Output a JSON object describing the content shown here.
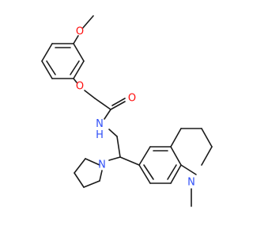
{
  "molecule": {
    "atoms": [
      {
        "id": "O_methoxy",
        "label": "O",
        "color": "#ff0d0d"
      },
      {
        "id": "O_ether",
        "label": "O",
        "color": "#ff0d0d"
      },
      {
        "id": "O_carbonyl",
        "label": "O",
        "color": "#ff0d0d"
      },
      {
        "id": "NH_amide",
        "label": "N\nH",
        "color": "#3050f8"
      },
      {
        "id": "N_pyrrolidine",
        "label": "N",
        "color": "#3050f8"
      },
      {
        "id": "N_quinoline",
        "label": "N",
        "color": "#3050f8"
      }
    ]
  },
  "colors": {
    "bond": "#1a1a1a",
    "oxygen": "#ff0d0d",
    "nitrogen": "#3050f8",
    "background": "#ffffff"
  }
}
